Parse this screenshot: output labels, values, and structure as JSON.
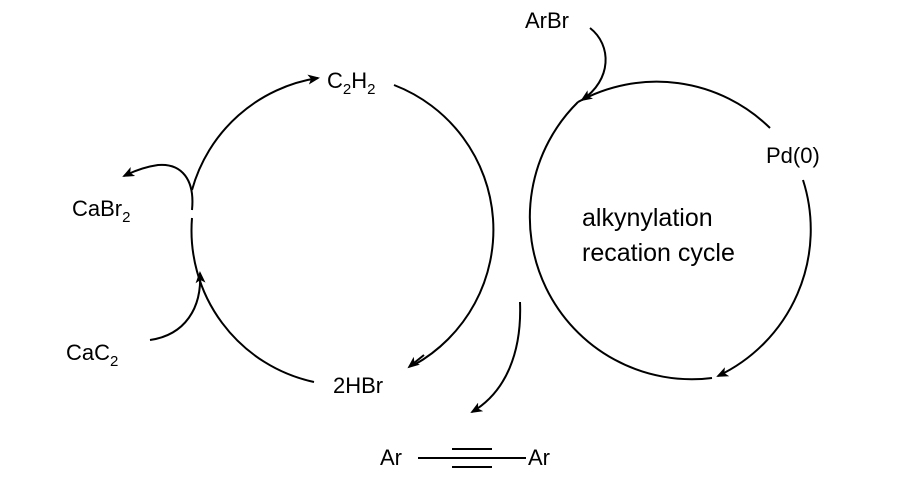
{
  "labels": {
    "c2h2": {
      "main": "C",
      "sub1": "2",
      "mid": "H",
      "sub2": "2"
    },
    "cabr2": {
      "main": "CaBr",
      "sub": "2"
    },
    "cac2": {
      "main": "CaC",
      "sub": "2"
    },
    "hbr": "2HBr",
    "arbr": "ArBr",
    "pd0": "Pd(0)",
    "cycle_line1": "alkynylation",
    "cycle_line2": "recation cycle",
    "product_left": "Ar",
    "product_right": "Ar"
  }
}
